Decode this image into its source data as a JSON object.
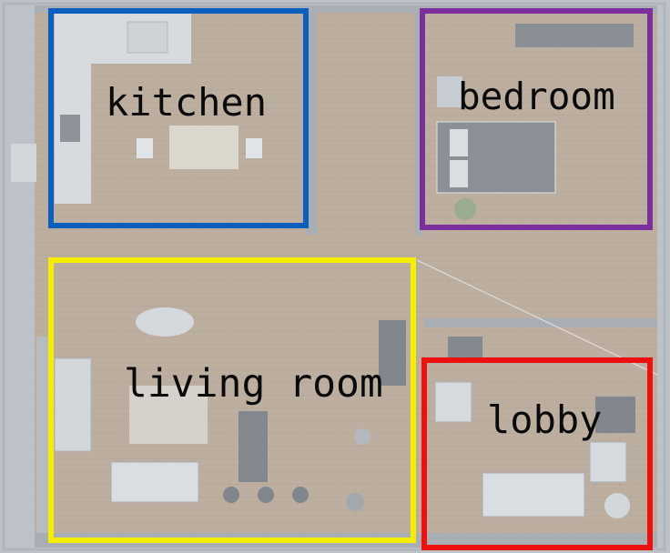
{
  "floorplan": {
    "rooms": [
      {
        "id": "kitchen",
        "label": "kitchen",
        "color": "#0b5fbf"
      },
      {
        "id": "bedroom",
        "label": "bedroom",
        "color": "#7b2f9c"
      },
      {
        "id": "living_room",
        "label": "living room",
        "color": "#f6ee00"
      },
      {
        "id": "lobby",
        "label": "lobby",
        "color": "#ee0f0f"
      }
    ],
    "colors": {
      "floor_wood": "#b89574",
      "wall_gray": "#8f959b",
      "overlay": "#c6ccd2"
    }
  }
}
